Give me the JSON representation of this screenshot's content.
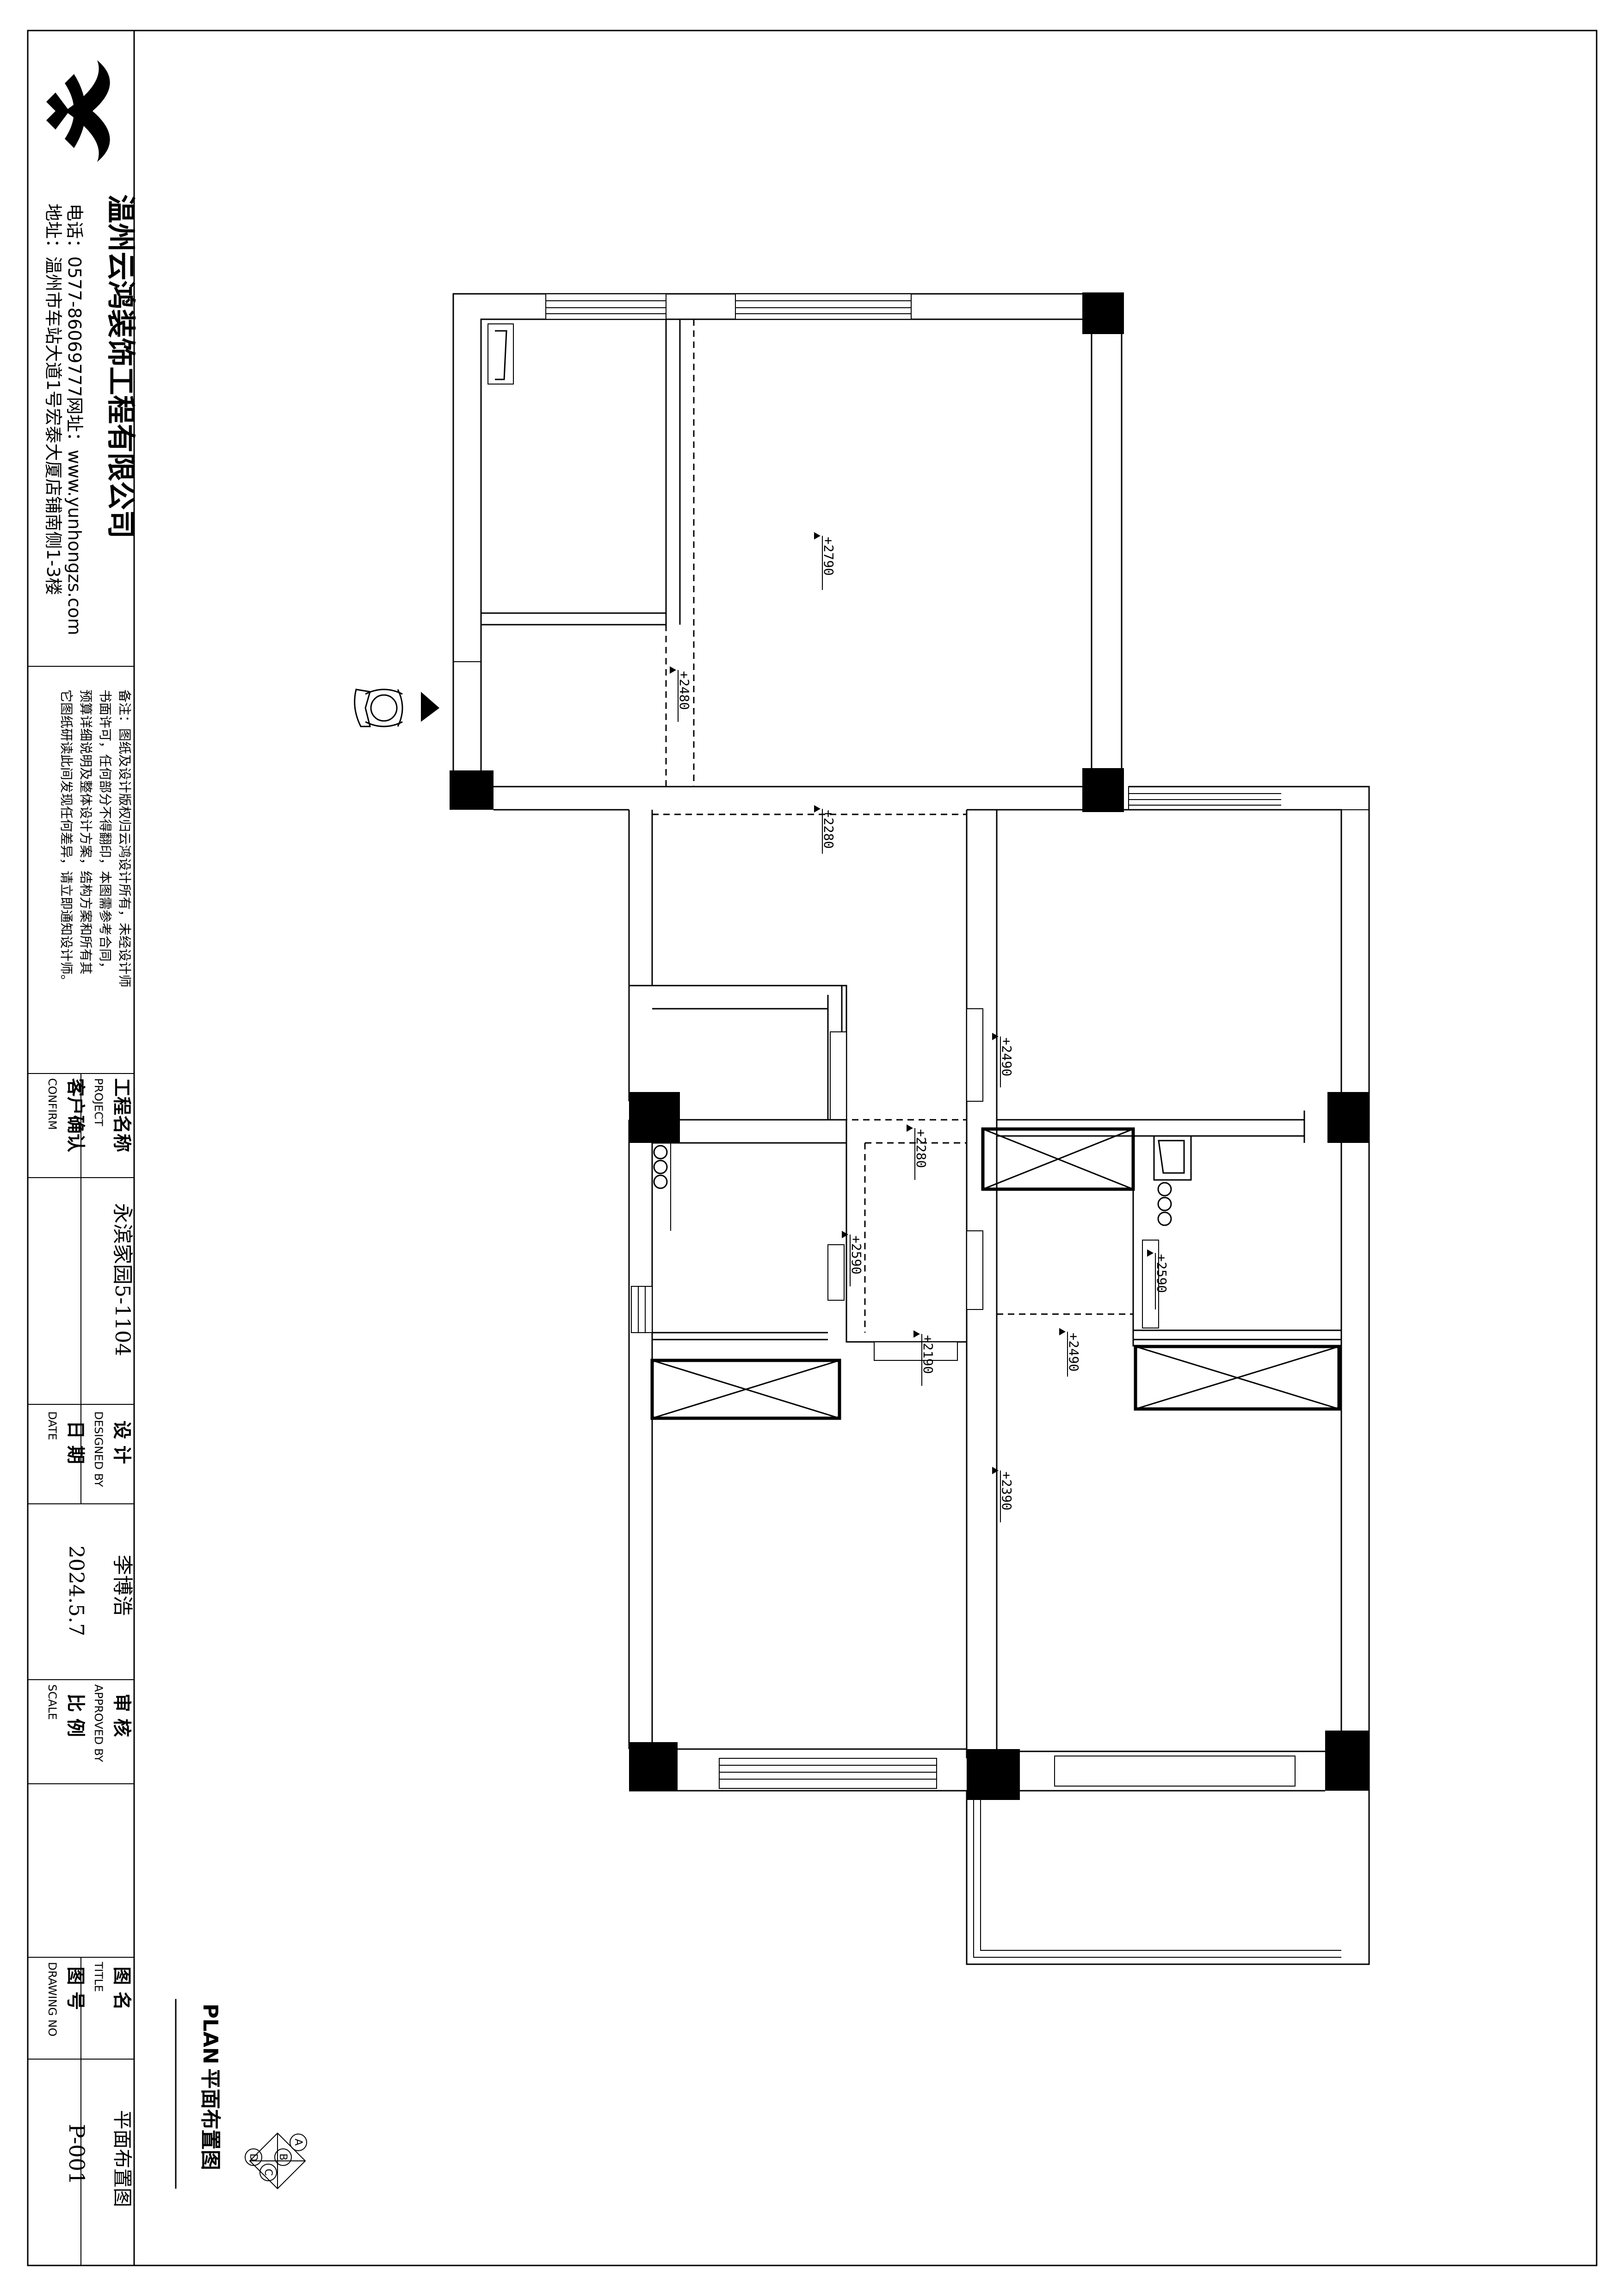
{
  "company": {
    "name": "温州云鸿装饰工程有限公司",
    "contact_line": "电话：0577-86069777网址：www.yunhongzs.com",
    "address_line": "地址：温州市车站大道1号宏泰大厦店铺南侧1-3楼"
  },
  "notes": {
    "line1": "备注：图纸及设计版权归云鸿设计所有，未经设计师",
    "line2": "书面许可，任何部分不得翻印，本图需参考合同，",
    "line3": "预算详细说明及整体设计方案，结构方案和所有其",
    "line4": "它图纸研读此间发现任何差异，请立即通知设计师。"
  },
  "title_block": {
    "project_label": "工程名称",
    "project_label_en": "PROJECT",
    "confirm_label": "客户确认",
    "confirm_label_en": "CONFIRM",
    "project_value": "永滨家园5-1104",
    "designed_label": "设 计",
    "designed_label_en": "DESIGNED BY",
    "designed_value": "李博浩",
    "date_label": "日 期",
    "date_label_en": "DATE",
    "date_value": "2024.5.7",
    "approved_label": "审 核",
    "approved_label_en": "APPROVED BY",
    "scale_label": "比 例",
    "scale_label_en": "SCALE",
    "title_label": "图 名",
    "title_label_en": "TITLE",
    "title_value": "平面布置图",
    "drawing_no_label": "图 号",
    "drawing_no_label_en": "DRAWING NO",
    "drawing_no_value": "P-001"
  },
  "plan_caption": {
    "en": "PLAN",
    "zh": "平面布置图",
    "index_letters": [
      "A",
      "B",
      "C",
      "D"
    ]
  },
  "ceiling_heights": [
    "+2790",
    "+2480",
    "+2280",
    "+2490",
    "+2280",
    "+2590",
    "+2590",
    "+2190",
    "+2490",
    "+2390"
  ]
}
